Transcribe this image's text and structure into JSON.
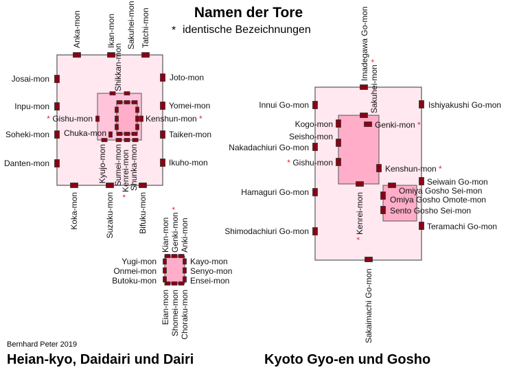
{
  "title": "Namen der Tore",
  "legend": {
    "star": "*",
    "text": "identische Bezeichnungen"
  },
  "author": "Bernhard Peter 2019",
  "captions": {
    "left": "Heian-kyo, Daidairi und Dairi",
    "right": "Kyoto Gyo-en und Gosho"
  },
  "colors": {
    "gate": "#8b0015",
    "outer": "#ffe8f0",
    "middle": "#ffc4da",
    "inner": "#ffadc8",
    "star": "#e8202a"
  },
  "heian": {
    "anka": {
      "text": "Anka-mon"
    },
    "ikan": {
      "text": "Ikan-mon"
    },
    "sakuhei": {
      "text": "Sakuhei-mon",
      "marked": true
    },
    "tatchi": {
      "text": "Tatchi-mon"
    },
    "shikkan": {
      "text": "Shikkan-mon"
    },
    "josai": {
      "text": "Josai-mon"
    },
    "inpu": {
      "text": "Inpu-mon"
    },
    "gishu": {
      "text": "Gishu-mon",
      "marked": true
    },
    "soheki": {
      "text": "Soheki-mon"
    },
    "danten": {
      "text": "Danten-mon"
    },
    "chuka": {
      "text": "Chuka-mon"
    },
    "joto": {
      "text": "Joto-mon"
    },
    "yomei": {
      "text": "Yomei-mon"
    },
    "kenshun": {
      "text": "Kenshun-mon",
      "marked": true
    },
    "taiken": {
      "text": "Taiken-mon"
    },
    "ikuho": {
      "text": "Ikuho-mon"
    },
    "kyujo": {
      "text": "Kyujo-mon"
    },
    "sumei": {
      "text": "Sumei-mon"
    },
    "kenrei": {
      "text": "Kenrei-mon",
      "marked": true
    },
    "shunka": {
      "text": "Shunka-mon"
    },
    "koka": {
      "text": "Koka-mon"
    },
    "suzaku": {
      "text": "Suzaku-mon"
    },
    "bifuku": {
      "text": "Bifuku-mon"
    }
  },
  "dairi": {
    "kian": {
      "text": "Kian-mon"
    },
    "genki": {
      "text": "Genki-mon",
      "marked": true
    },
    "anki": {
      "text": "Anki-mon"
    },
    "yugi": {
      "text": "Yugi-mon"
    },
    "onmei": {
      "text": "Onmei-mon"
    },
    "butoku": {
      "text": "Butoku-mon"
    },
    "kayo": {
      "text": "Kayo-mon"
    },
    "senyo": {
      "text": "Senyo-mon"
    },
    "ensei": {
      "text": "Ensei-mon"
    },
    "eian": {
      "text": "Eian-mon"
    },
    "shomei": {
      "text": "Shomei-mon"
    },
    "choraku": {
      "text": "Choraku-mon"
    }
  },
  "kyoto": {
    "imadegawa": {
      "text": "Imadegawa Go-mon"
    },
    "sakuhei": {
      "text": "Sakuhei-mon",
      "marked": true
    },
    "innui": {
      "text": "Innui Go-mon"
    },
    "ishiyakushi": {
      "text": "Ishiyakushi Go-mon"
    },
    "kogo": {
      "text": "Kogo-mon"
    },
    "genki": {
      "text": "Genki-mon",
      "marked": true
    },
    "seisho": {
      "text": "Seisho-mon"
    },
    "nakadachiuri": {
      "text": "Nakadachiuri Go-mon"
    },
    "gishu": {
      "text": "Gishu-mon",
      "marked": true
    },
    "kenshun": {
      "text": "Kenshun-mon",
      "marked": true
    },
    "seiwain": {
      "text": "Seiwain Go-mon"
    },
    "omiya_sei": {
      "text": "Omiya Gosho Sei-mon"
    },
    "hamaguri": {
      "text": "Hamaguri Go-mon"
    },
    "omiya_omote": {
      "text": "Omiya Gosho Omote-mon"
    },
    "sento_sei": {
      "text": "Sento Gosho Sei-mon"
    },
    "kenrei": {
      "text": "Kenrei-mon",
      "marked": true
    },
    "shimodachiuri": {
      "text": "Shimodachiuri Go-mon"
    },
    "teramachi": {
      "text": "Teramachi Go-mon"
    },
    "sakaimachi": {
      "text": "Sakaimachi Go-mon"
    }
  }
}
